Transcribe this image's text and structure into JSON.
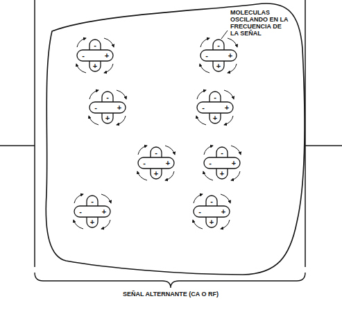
{
  "diagram": {
    "labels": [
      "MOLECULAS OSCILANDO EN LA FRECUENCIA DE LA SEÑAL",
      "SEÑAL ALTERNANTE (CA O RF)",
      "-",
      "-",
      "+",
      "+",
      "-",
      "-",
      "+",
      "+",
      "-",
      "-",
      "+",
      "+",
      "-",
      "-",
      "+",
      "+",
      "-",
      "-",
      "+",
      "+",
      "-",
      "-",
      "+",
      "+",
      "-",
      "-",
      "+",
      "+",
      "-",
      "-",
      "+",
      "+"
    ]
  }
}
